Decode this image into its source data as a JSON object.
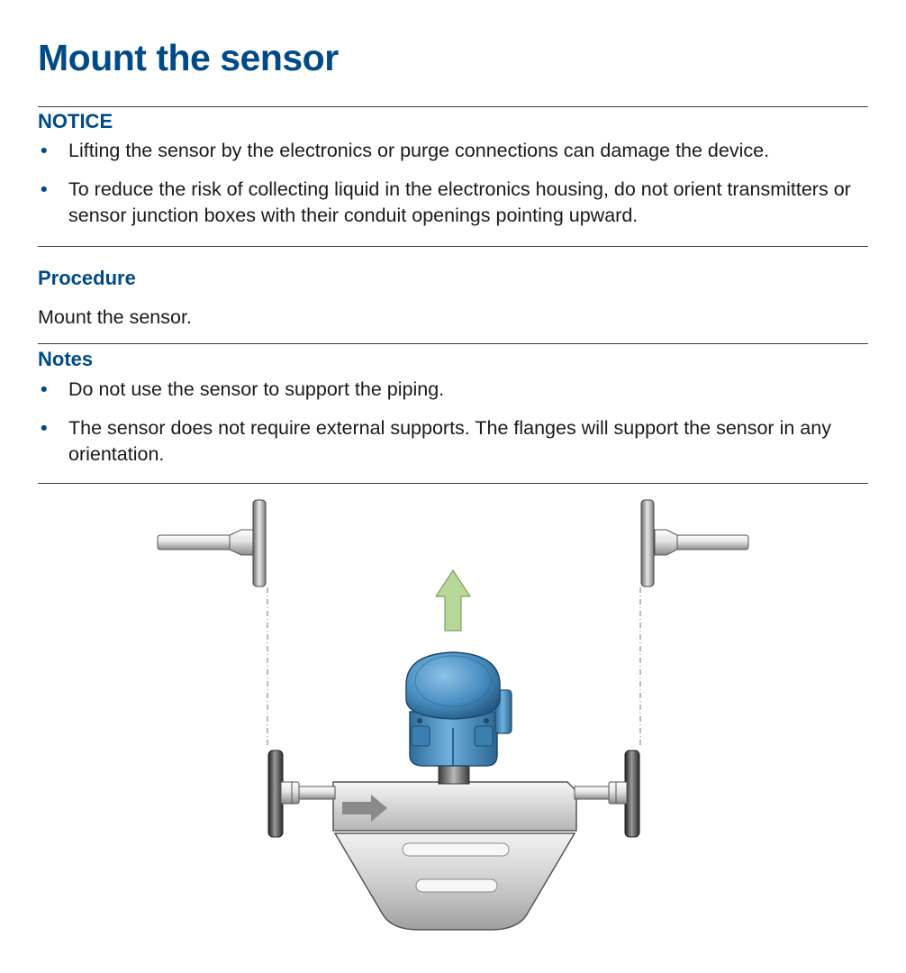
{
  "page": {
    "title": "Mount the sensor"
  },
  "notice": {
    "heading": "NOTICE",
    "items": [
      "Lifting the sensor by the electronics or purge connections can damage the device.",
      "To reduce the risk of collecting liquid in the electronics housing, do not orient transmitters or sensor junction boxes with their conduit openings pointing upward."
    ]
  },
  "procedure": {
    "heading": "Procedure",
    "text": "Mount the sensor."
  },
  "notes": {
    "heading": "Notes",
    "items": [
      "Do not use the sensor to support the piping.",
      "The sensor does not require external supports. The flanges will support the sensor in any orientation."
    ]
  },
  "figure": {
    "arrow_color": "#b8d89a",
    "housing_color": "#4a8fc2",
    "body_color": "#c8c8c8"
  }
}
